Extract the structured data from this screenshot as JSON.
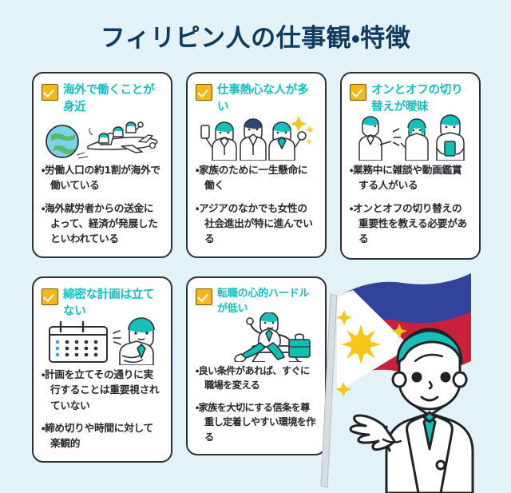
{
  "page": {
    "title": "フィリピン人の仕事観・特徴",
    "background_color": "#e2f2f6",
    "title_color": "#103a5e",
    "card_title_color": "#14c1c0",
    "checkbox_color": "#f5b81a",
    "accent_teal": "#14c1c0"
  },
  "cards": [
    {
      "id": "card-overseas-work",
      "check_icon": "checkbox-checked-icon",
      "title": "海外で働くことが身近",
      "illustration": "globe-airplane-travelers-icon",
      "bullets": [
        "労働人口の約1割が海外で働いている",
        "海外就労者からの送金によって、経済が発展したといわれている"
      ]
    },
    {
      "id": "card-hardworking",
      "check_icon": "checkbox-checked-icon",
      "title": "仕事熱心な人が多い",
      "illustration": "three-workers-sparkle-icon",
      "bullets": [
        "家族のために一生懸命に働く",
        "アジアのなかでも女性の社会進出が特に進んでいる"
      ]
    },
    {
      "id": "card-on-off-blurred",
      "check_icon": "checkbox-checked-icon",
      "title": "オンとオフの切り替えが曖昧",
      "illustration": "chatting-coworkers-icon",
      "bullets": [
        "業務中に雑談や動画鑑賞する人がいる",
        "オンとオフの切り替えの重要性を教える必要がある"
      ]
    },
    {
      "id": "card-no-detailed-plan",
      "check_icon": "checkbox-checked-icon",
      "title": "綿密な計画は立てない",
      "illustration": "calendar-shrugging-person-icon",
      "bullets": [
        "計画を立てその通りに実行することは重要視されていない",
        "締め切りや時間に対して楽観的"
      ]
    },
    {
      "id": "card-job-change",
      "check_icon": "checkbox-checked-icon",
      "title": "転職の心的ハードルが低い",
      "illustration": "hurdle-jumper-briefcase-icon",
      "bullets": [
        "良い条件があれば、すぐに職場を変える",
        "家族を大切にする信条を尊重し定着しやすい環境を作る"
      ]
    }
  ],
  "mascot": {
    "name": "philippine-flag-person-illustration",
    "flag_colors": {
      "blue": "#33439b",
      "red": "#c8213c",
      "white": "#ffffff",
      "yellow": "#f5c518"
    },
    "hair_color": "#17bfb8",
    "tie_color": "#0fbfb2"
  }
}
